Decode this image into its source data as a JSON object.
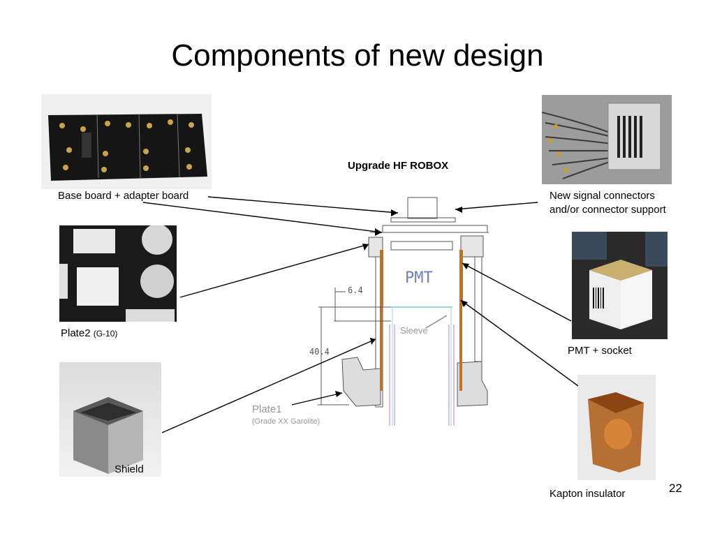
{
  "title": "Components of new design",
  "diagram_title": "Upgrade HF ROBOX",
  "labels": {
    "base_board": "Base board + adapter board",
    "plate2": "Plate2",
    "plate2_material": "(G-10)",
    "shield": "Shield",
    "signal_connectors_line1": "New signal connectors",
    "signal_connectors_line2": "and/or connector support",
    "pmt_socket": "PMT  + socket",
    "kapton": "Kapton insulator",
    "plate1": "Plate1",
    "plate1_material": "(Grade XX Garolite)",
    "sleeve": "Sleeve",
    "pmt": "PMT",
    "dim_small": "6.4",
    "dim_large": "40.4"
  },
  "page_number": "22",
  "colors": {
    "board": "#111111",
    "copper": "#b8742a",
    "kapton": "#b5651d",
    "sleeve_line": "#9fd3d3",
    "purple_line": "#b37fd1",
    "drawing_line": "#555555"
  }
}
